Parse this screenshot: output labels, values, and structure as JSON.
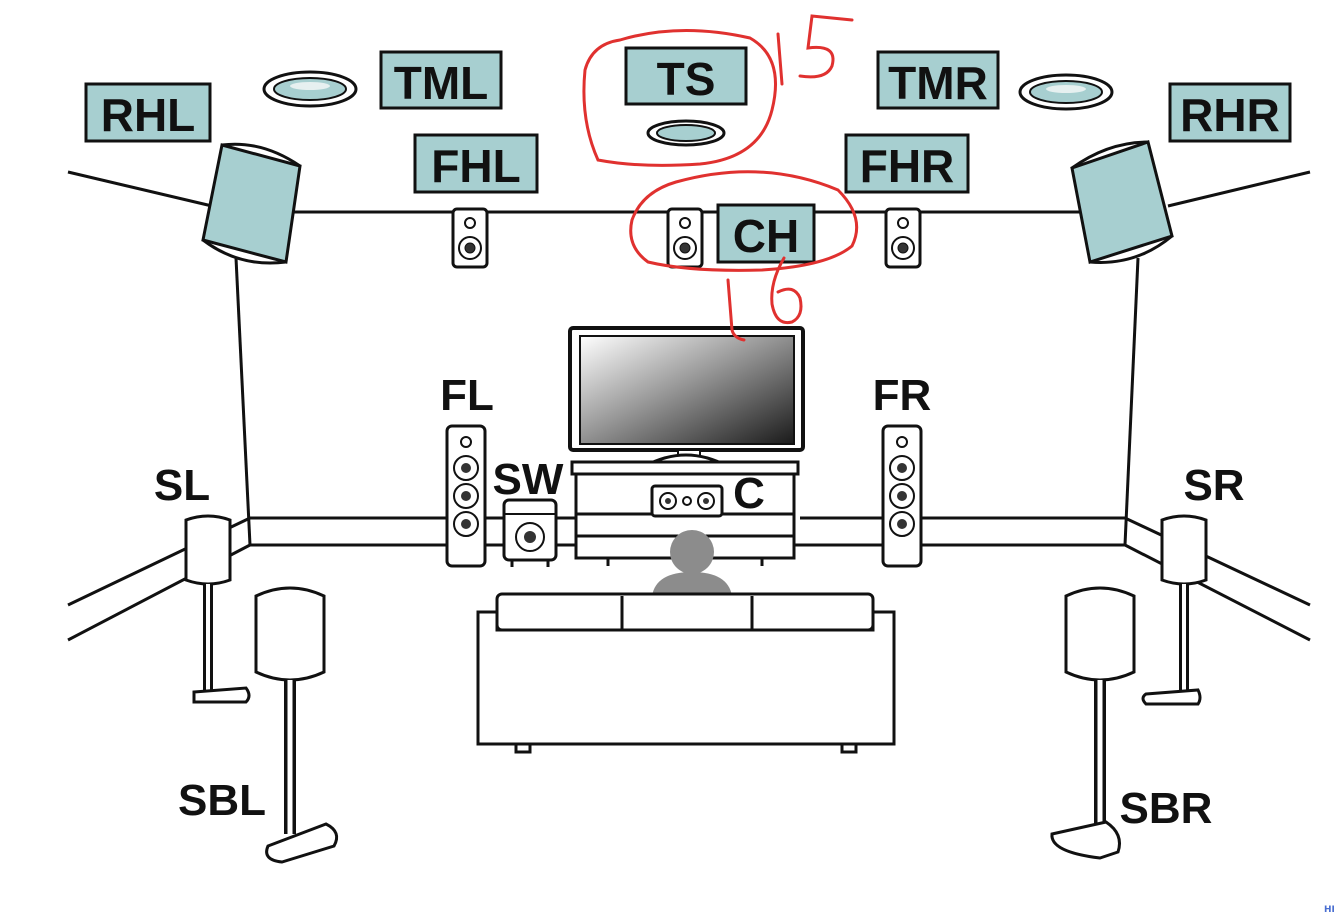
{
  "colors": {
    "label_fill": "#a7cfd0",
    "speaker_teal": "#a7cfd0",
    "outline": "#111111",
    "annotation_red": "#e0312f",
    "screen_dark": "#1f1f1f",
    "listener_gray": "#8c8c8c"
  },
  "height_labels": {
    "rhl": "RHL",
    "tml": "TML",
    "ts": "TS",
    "tmr": "TMR",
    "rhr": "RHR",
    "fhl": "FHL",
    "fhr": "FHR",
    "ch": "CH"
  },
  "floor_labels": {
    "fl": "FL",
    "fr": "FR",
    "sw": "SW",
    "c": "C",
    "sl": "SL",
    "sr": "SR",
    "sbl": "SBL",
    "sbr": "SBR"
  },
  "annotations": {
    "ts_number": "15",
    "ch_number": "6",
    "watermark": "HD"
  },
  "icons": {
    "ceiling_speaker": "ceiling-speaker-icon",
    "bookshelf_speaker": "bookshelf-speaker-icon",
    "tower_speaker": "tower-speaker-icon",
    "subwoofer": "subwoofer-icon",
    "center_speaker": "center-speaker-icon",
    "tv": "tv-icon",
    "listener": "listener-icon",
    "sofa": "sofa-icon"
  }
}
